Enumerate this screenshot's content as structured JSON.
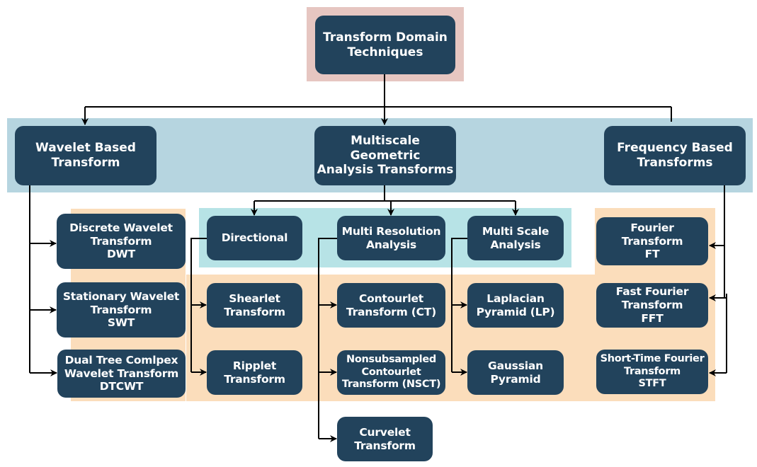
{
  "colors": {
    "node_fill": "#22435c",
    "node_text": "#ffffff",
    "root_panel": "#e6c6c1",
    "category_band": "#b6d5e0",
    "sub_category_panel": "#b7e3e6",
    "leaf_panel": "#fbddbb",
    "connector": "#000000"
  },
  "root": {
    "label": "Transform Domain\nTechniques"
  },
  "categories": [
    {
      "id": "wavelet",
      "label": "Wavelet  Based\nTransform"
    },
    {
      "id": "mga",
      "label": "Multiscale Geometric\nAnalysis Transforms"
    },
    {
      "id": "frequency",
      "label": "Frequency Based\nTransforms"
    }
  ],
  "wavelet_children": [
    {
      "label": "Discrete Wavelet\nTransform\nDWT"
    },
    {
      "label": "Stationary Wavelet\nTransform\nSWT"
    },
    {
      "label": "Dual Tree Comlpex\nWavelet Transform\nDTCWT"
    }
  ],
  "mga_subcategories": [
    {
      "id": "directional",
      "label": "Directional"
    },
    {
      "id": "mra",
      "label": "Multi Resolution\nAnalysis"
    },
    {
      "id": "msa",
      "label": "Multi Scale\nAnalysis"
    }
  ],
  "directional_children": [
    {
      "label": "Shearlet\nTransform"
    },
    {
      "label": "Ripplet\nTransform"
    }
  ],
  "mra_children": [
    {
      "label": "Contourlet\nTransform (CT)"
    },
    {
      "label": "Nonsubsampled\nContourlet\nTransform (NSCT)"
    },
    {
      "label": "Curvelet\nTransform"
    }
  ],
  "msa_children": [
    {
      "label": "Laplacian\nPyramid (LP)"
    },
    {
      "label": "Gaussian\nPyramid"
    }
  ],
  "frequency_children": [
    {
      "label": "Fourier\nTransform\nFT"
    },
    {
      "label": "Fast Fourier\nTransform\nFFT"
    },
    {
      "label": "Short-Time Fourier\nTransform\nSTFT"
    }
  ]
}
